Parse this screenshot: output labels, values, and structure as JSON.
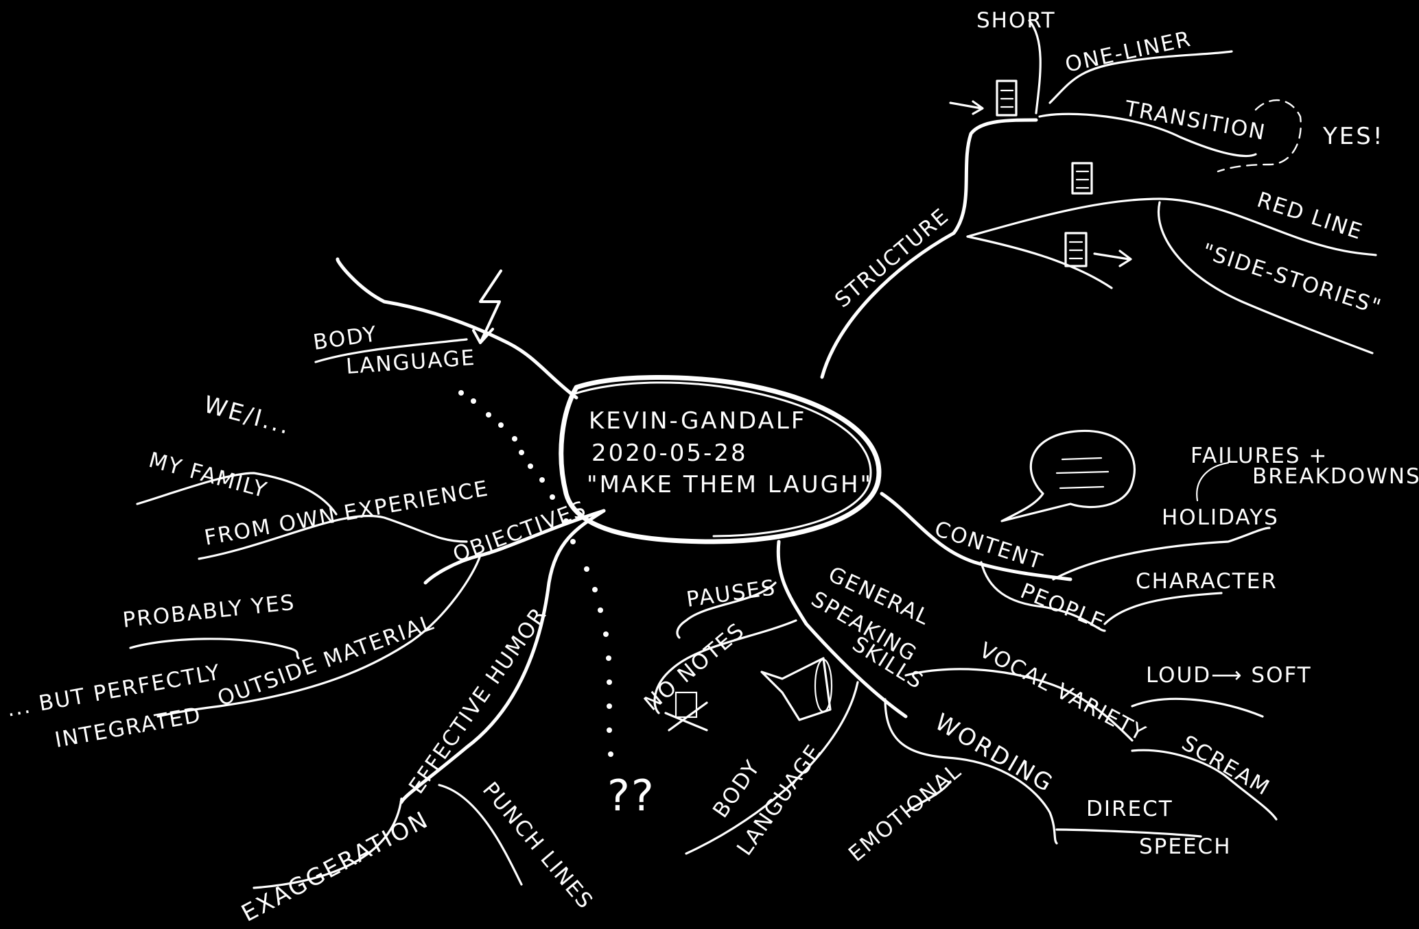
{
  "center": {
    "line1": "KEVIN-GANDALF",
    "line2": "2020-05-28",
    "line3": "\"MAKE THEM LAUGH\""
  },
  "structure": {
    "label": "STRUCTURE",
    "short": "SHORT",
    "one_liner": "ONE-LINER",
    "transition": "TRANSITION",
    "yes": "YES!",
    "red_line": "RED LINE",
    "side_stories": "\"SIDE-STORIES\""
  },
  "content": {
    "label": "CONTENT",
    "failures": "FAILURES +",
    "breakdowns": "BREAKDOWNS",
    "holidays": "HOLIDAYS",
    "people": "PEOPLE",
    "character": "CHARACTER"
  },
  "speaking": {
    "general": "GENERAL",
    "speaking": "SPEAKING",
    "skills": "SKILLS",
    "pauses": "PAUSES",
    "no_notes": "NO NOTES",
    "body": "BODY",
    "language": "LANGUAGE",
    "vocal_variety": "VOCAL VARIETY",
    "loud_soft": "LOUD⟶ SOFT",
    "scream": "SCREAM",
    "wording": "WORDING",
    "emotional": "EMOTIONAL",
    "direct": "DIRECT",
    "speech": "SPEECH"
  },
  "humor": {
    "label": "EFFECTIVE HUMOR",
    "exaggeration": "EXAGGERATION",
    "punch_lines": "PUNCH LINES",
    "question": "??"
  },
  "objectives": {
    "label": "OBJECTIVES",
    "we_i": "WE/I...",
    "my_family": "MY FAMILY",
    "own_experience": "FROM OWN EXPERIENCE",
    "outside_material": "OUTSIDE MATERIAL",
    "probably_yes": "PROBABLY YES",
    "but_perfectly": "... BUT PERFECTLY",
    "integrated": "INTEGRATED"
  },
  "body_language_top": {
    "body": "BODY",
    "language": "LANGUAGE"
  },
  "icons": [
    "document-icon",
    "lightning-icon",
    "speech-bubble-icon",
    "megaphone-icon",
    "crossed-notes-icon"
  ]
}
